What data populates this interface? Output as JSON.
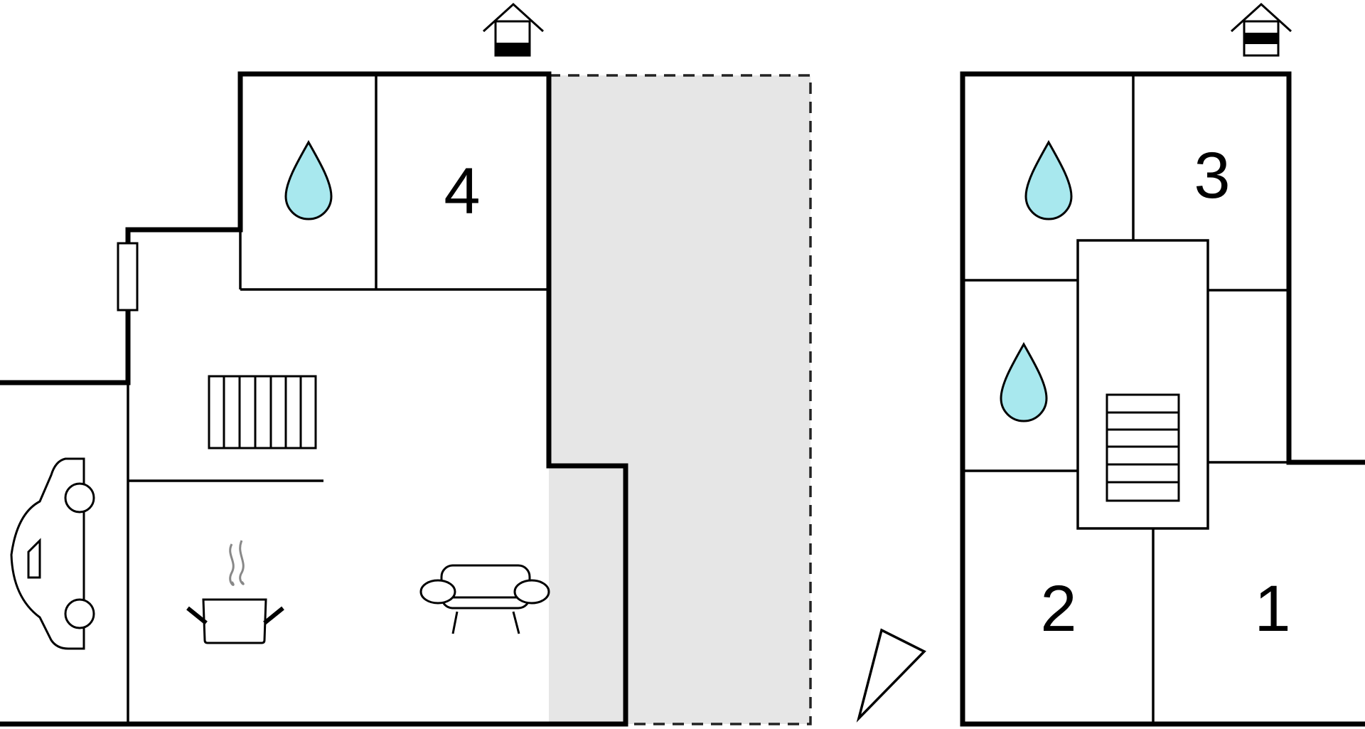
{
  "floor_plan": {
    "colors": {
      "walls": "#000000",
      "terrace": "#e6e6e6",
      "water": "#a8e8ee",
      "steam": "#888888",
      "background": "#ffffff"
    },
    "ground_floor": {
      "rooms": [
        {
          "label": "4",
          "icon": "bedroom-number"
        },
        {
          "label": "",
          "icon": "water-drop-icon"
        }
      ],
      "icons": [
        "entrance-house-icon",
        "radiator-icon",
        "cooking-pot-icon",
        "sofa-icon",
        "car-icon",
        "door-icon"
      ],
      "terrace": "dashed-grey-area"
    },
    "upper_floor": {
      "rooms": [
        {
          "label": "3",
          "icon": "bedroom-number"
        },
        {
          "label": "2",
          "icon": "bedroom-number"
        },
        {
          "label": "1",
          "icon": "bedroom-number"
        }
      ],
      "icons": [
        "entrance-house-icon",
        "water-drop-icon",
        "water-drop-icon",
        "stairs-icon"
      ]
    },
    "compass": "north-arrow-icon"
  }
}
